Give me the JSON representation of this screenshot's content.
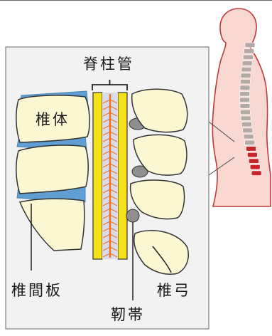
{
  "figure": {
    "labels": {
      "spinal_canal": "脊柱管",
      "vertebral_body": "椎体",
      "intervertebral_disc": "椎間板",
      "vertebral_arch": "椎弓",
      "ligament": "靭帯"
    },
    "colors": {
      "panel_bg": "#f2f2f2",
      "panel_border": "#666666",
      "bone": "#fbf7d2",
      "bone_outline": "#333333",
      "disc": "#5f9fd4",
      "canal_wall": "#f4e11a",
      "canal_inner": "#dcdce8",
      "nerve": "#e8752a",
      "ligament": "#8f8f8f",
      "body_skin": "#f8d8d0",
      "body_outline": "#c03a3a",
      "spine_normal": "#b3aaa5",
      "spine_highlight": "#c8242a"
    }
  }
}
